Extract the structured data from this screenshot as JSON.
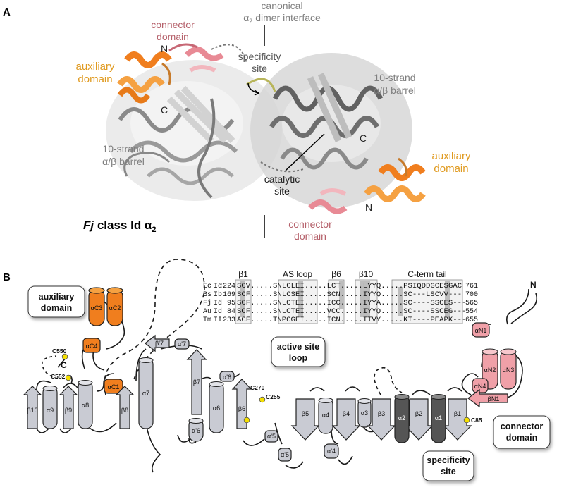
{
  "panel_a": {
    "label": "A",
    "title_italic": "Fj",
    "title_rest": " class Id α",
    "title_sub": "2",
    "labels": {
      "canonical_1": "canonical",
      "canonical_2": "α",
      "canonical_2_sub": "2",
      "canonical_3": " dimer interface",
      "connector_top_1": "connector",
      "connector_top_2": "domain",
      "specificity_1": "specificity",
      "specificity_2": "site",
      "barrel_right_1": "10-strand",
      "barrel_right_2": "α/β barrel",
      "auxiliary_left_1": "auxiliary",
      "auxiliary_left_2": "domain",
      "barrel_left_1": "10-strand",
      "barrel_left_2": "α/β barrel",
      "catalytic_1": "catalytic",
      "catalytic_2": "site",
      "auxiliary_right_1": "auxiliary",
      "auxiliary_right_2": "domain",
      "connector_bottom_1": "connector",
      "connector_bottom_2": "domain",
      "n_top": "N",
      "c_left": "C",
      "c_right": "C",
      "n_bottom": "N"
    }
  },
  "panel_b": {
    "label": "B",
    "boxes": {
      "auxiliary_1": "auxiliary",
      "auxiliary_2": "domain",
      "active_1": "active site",
      "active_2": "loop",
      "connector_1": "connector",
      "connector_2": "domain",
      "specificity_1": "specificity",
      "specificity_2": "site"
    },
    "residues": {
      "c550": "C550",
      "c552": "C552",
      "c_term": "C",
      "c270": "C270",
      "c255": "C255",
      "c85": "C85",
      "n_term": "N"
    },
    "helices": {
      "aC3": "αC3",
      "aC2": "αC2",
      "aC4": "αC4",
      "aC1": "αC1",
      "a8": "α8",
      "a9": "α9",
      "a7": "α7",
      "a7p": "α'7",
      "a6": "α6",
      "a6p": "α'6",
      "a6pp": "α'6",
      "a5p": "α'5",
      "a5pp": "α'5",
      "a4": "α4",
      "a4p": "α'4",
      "a3": "α3",
      "a2": "α2",
      "a1": "α1",
      "aN1": "αN1",
      "aN2": "αN2",
      "aN3": "αN3",
      "aN4": "αN4"
    },
    "strands": {
      "b10": "β10",
      "b9": "β9",
      "b8": "β8",
      "b7p": "β'7",
      "b7": "β7",
      "b6": "β6",
      "b5": "β5",
      "b4": "β4",
      "b3": "β3",
      "b2": "β2",
      "b1": "β1",
      "bN1": "βN1"
    },
    "alignment": {
      "headers": [
        "β1",
        "AS loop",
        "β6",
        "β10",
        "C-term tail"
      ],
      "rows": [
        {
          "org": "Ec",
          "class": "Iα",
          "start": "224",
          "seq": "SCV.....SNLCLEI.....LCT.....LYYQ.....PSIQDDGCESGAC",
          "end": "761"
        },
        {
          "org": "Bs",
          "class": "Ib",
          "start": "169",
          "seq": "SCF.....SNLCSEI.....SCN.....IYYQ.....SC---LSCVV---",
          "end": "700"
        },
        {
          "org": "Fj",
          "class": "Id",
          "start": "95",
          "seq": "SCF.....SNLCTEI.....ICC.....IYYA.....SC----SSCES---",
          "end": "565"
        },
        {
          "org": "Au",
          "class": "Id",
          "start": "84",
          "seq": "SCF.....SNLCTEI.....VCC.....IYYQ.....SC----SSCEG---",
          "end": "554"
        },
        {
          "org": "Tm",
          "class": "II",
          "start": "233",
          "seq": "ACF.....TNPCGEI.....ICN.....ITVY.....KT----PEAPK---",
          "end": "655"
        }
      ]
    }
  },
  "colors": {
    "orange": "#f07e1e",
    "orange_light": "#f5a142",
    "pink": "#f0a0a8",
    "gray_element": "#c9cbd3",
    "dark_helix": "#555555",
    "yellow": "#f5e000",
    "muted_red": "#b5606a",
    "gold_text": "#e09a1f",
    "gray_text": "#7f7f7f"
  }
}
